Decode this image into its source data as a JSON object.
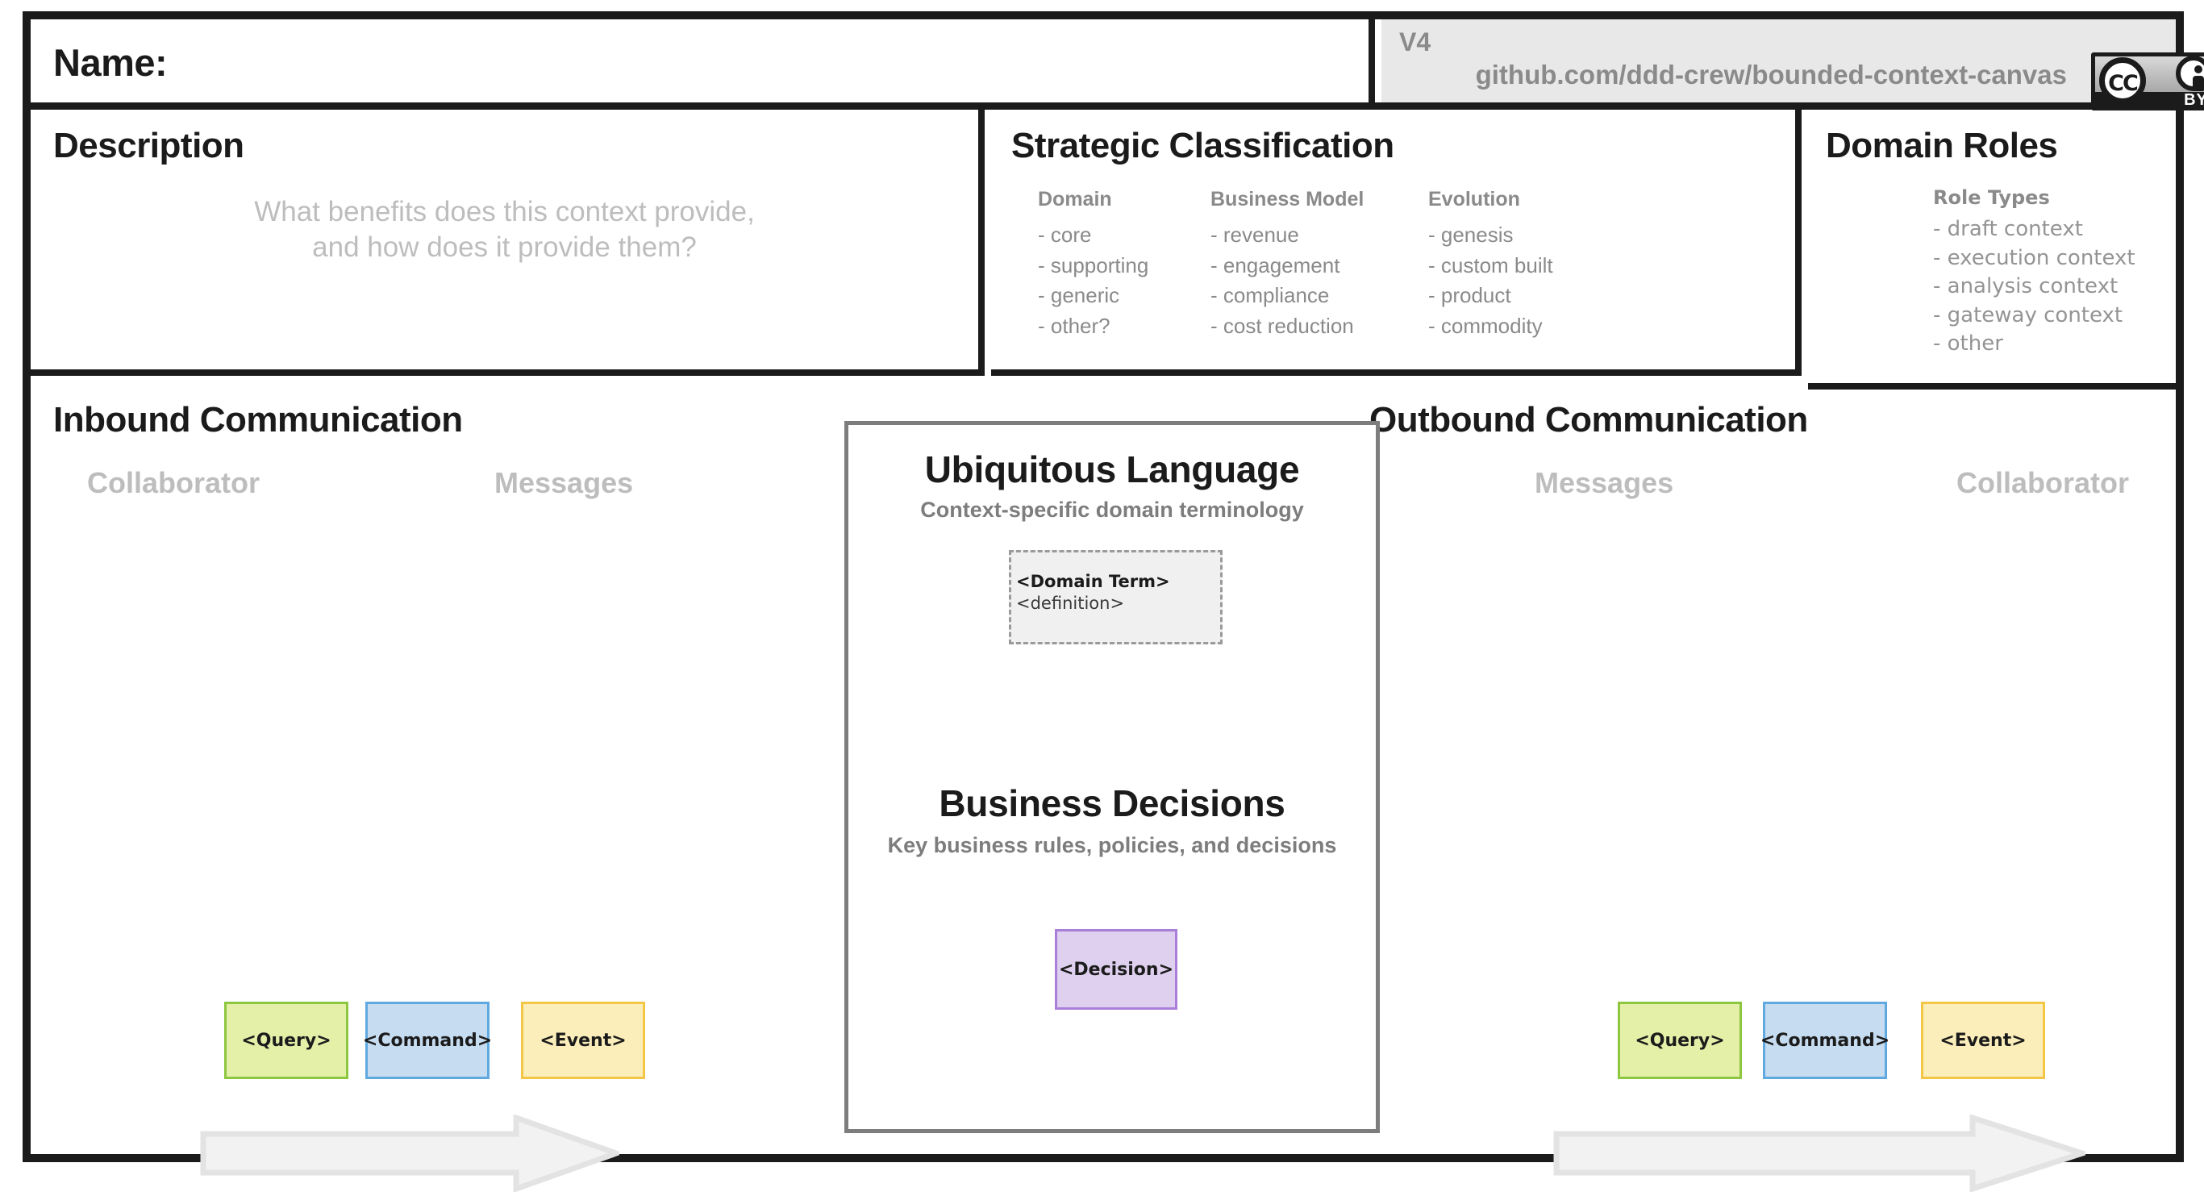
{
  "header": {
    "name_label": "Name:",
    "version": "V4",
    "repo_url": "github.com/ddd-crew/bounded-context-canvas",
    "license": {
      "cc": "CC",
      "by": "BY"
    }
  },
  "description": {
    "title": "Description",
    "placeholder_line1": "What benefits does this context provide,",
    "placeholder_line2": "and how does it provide them?"
  },
  "strategic_classification": {
    "title": "Strategic Classification",
    "columns": [
      {
        "head": "Domain",
        "items": [
          "- core",
          "- supporting",
          "- generic",
          "- other?"
        ]
      },
      {
        "head": "Business Model",
        "items": [
          "- revenue",
          "- engagement",
          "- compliance",
          "- cost reduction"
        ]
      },
      {
        "head": "Evolution",
        "items": [
          "- genesis",
          "- custom built",
          "- product",
          "- commodity"
        ]
      }
    ]
  },
  "domain_roles": {
    "title": "Domain Roles",
    "head": "Role Types",
    "items": [
      "- draft context",
      "- execution context",
      "- analysis context",
      "- gateway context",
      "- other"
    ]
  },
  "inbound": {
    "title": "Inbound Communication",
    "caption_left": "Collaborator",
    "caption_right": "Messages",
    "cards": [
      "<Query>",
      "<Command>",
      "<Event>"
    ]
  },
  "outbound": {
    "title": "Outbound Communication",
    "caption_left": "Messages",
    "caption_right": "Collaborator",
    "cards": [
      "<Query>",
      "<Command>",
      "<Event>"
    ]
  },
  "center": {
    "ubiquitous_language": {
      "title": "Ubiquitous Language",
      "subtitle": "Context-specific domain terminology",
      "term": "<Domain Term>",
      "definition": "<definition>"
    },
    "business_decisions": {
      "title": "Business Decisions",
      "subtitle": "Key business rules, policies, and decisions",
      "card": "<Decision>"
    }
  },
  "colors": {
    "frame": "#1b1b1b",
    "muted": "#8a8a8a",
    "placeholder": "#bdbdbd",
    "panel_border": "#7d7d7d",
    "query_fill": "#e4efa8",
    "query_border": "#8dc63f",
    "command_fill": "#c6dcf0",
    "command_border": "#5fa8e0",
    "event_fill": "#fbeeba",
    "event_border": "#f4c645",
    "decision_fill": "#ded0ee",
    "decision_border": "#a97fd9",
    "arrow_fill": "#f2f2f2",
    "arrow_border": "#e0e0e0",
    "version_bg": "#e8e8e8"
  }
}
